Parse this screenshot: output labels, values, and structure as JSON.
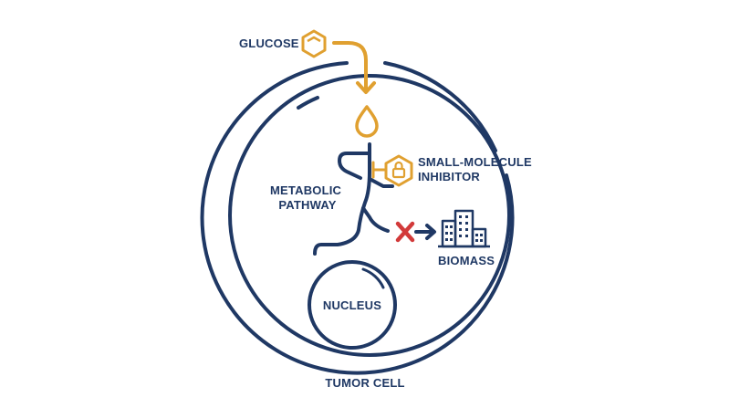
{
  "labels": {
    "glucose": "GLUCOSE",
    "inhibitor_line1": "SMALL-MOLECULE",
    "inhibitor_line2": "INHIBITOR",
    "pathway_line1": "METABOLIC",
    "pathway_line2": "PATHWAY",
    "biomass": "BIOMASS",
    "nucleus": "NUCLEUS",
    "cell": "TUMOR CELL"
  },
  "icons": {
    "glucose": "hexagon-ring-icon",
    "drop": "droplet-icon",
    "inhibitor": "padlock-hexagon-icon",
    "block": "red-x-icon",
    "arrow": "arrow-right-icon",
    "biomass": "buildings-icon"
  },
  "colors": {
    "navy": "#1f3864",
    "gold": "#e0a030",
    "red": "#d23a3a"
  }
}
